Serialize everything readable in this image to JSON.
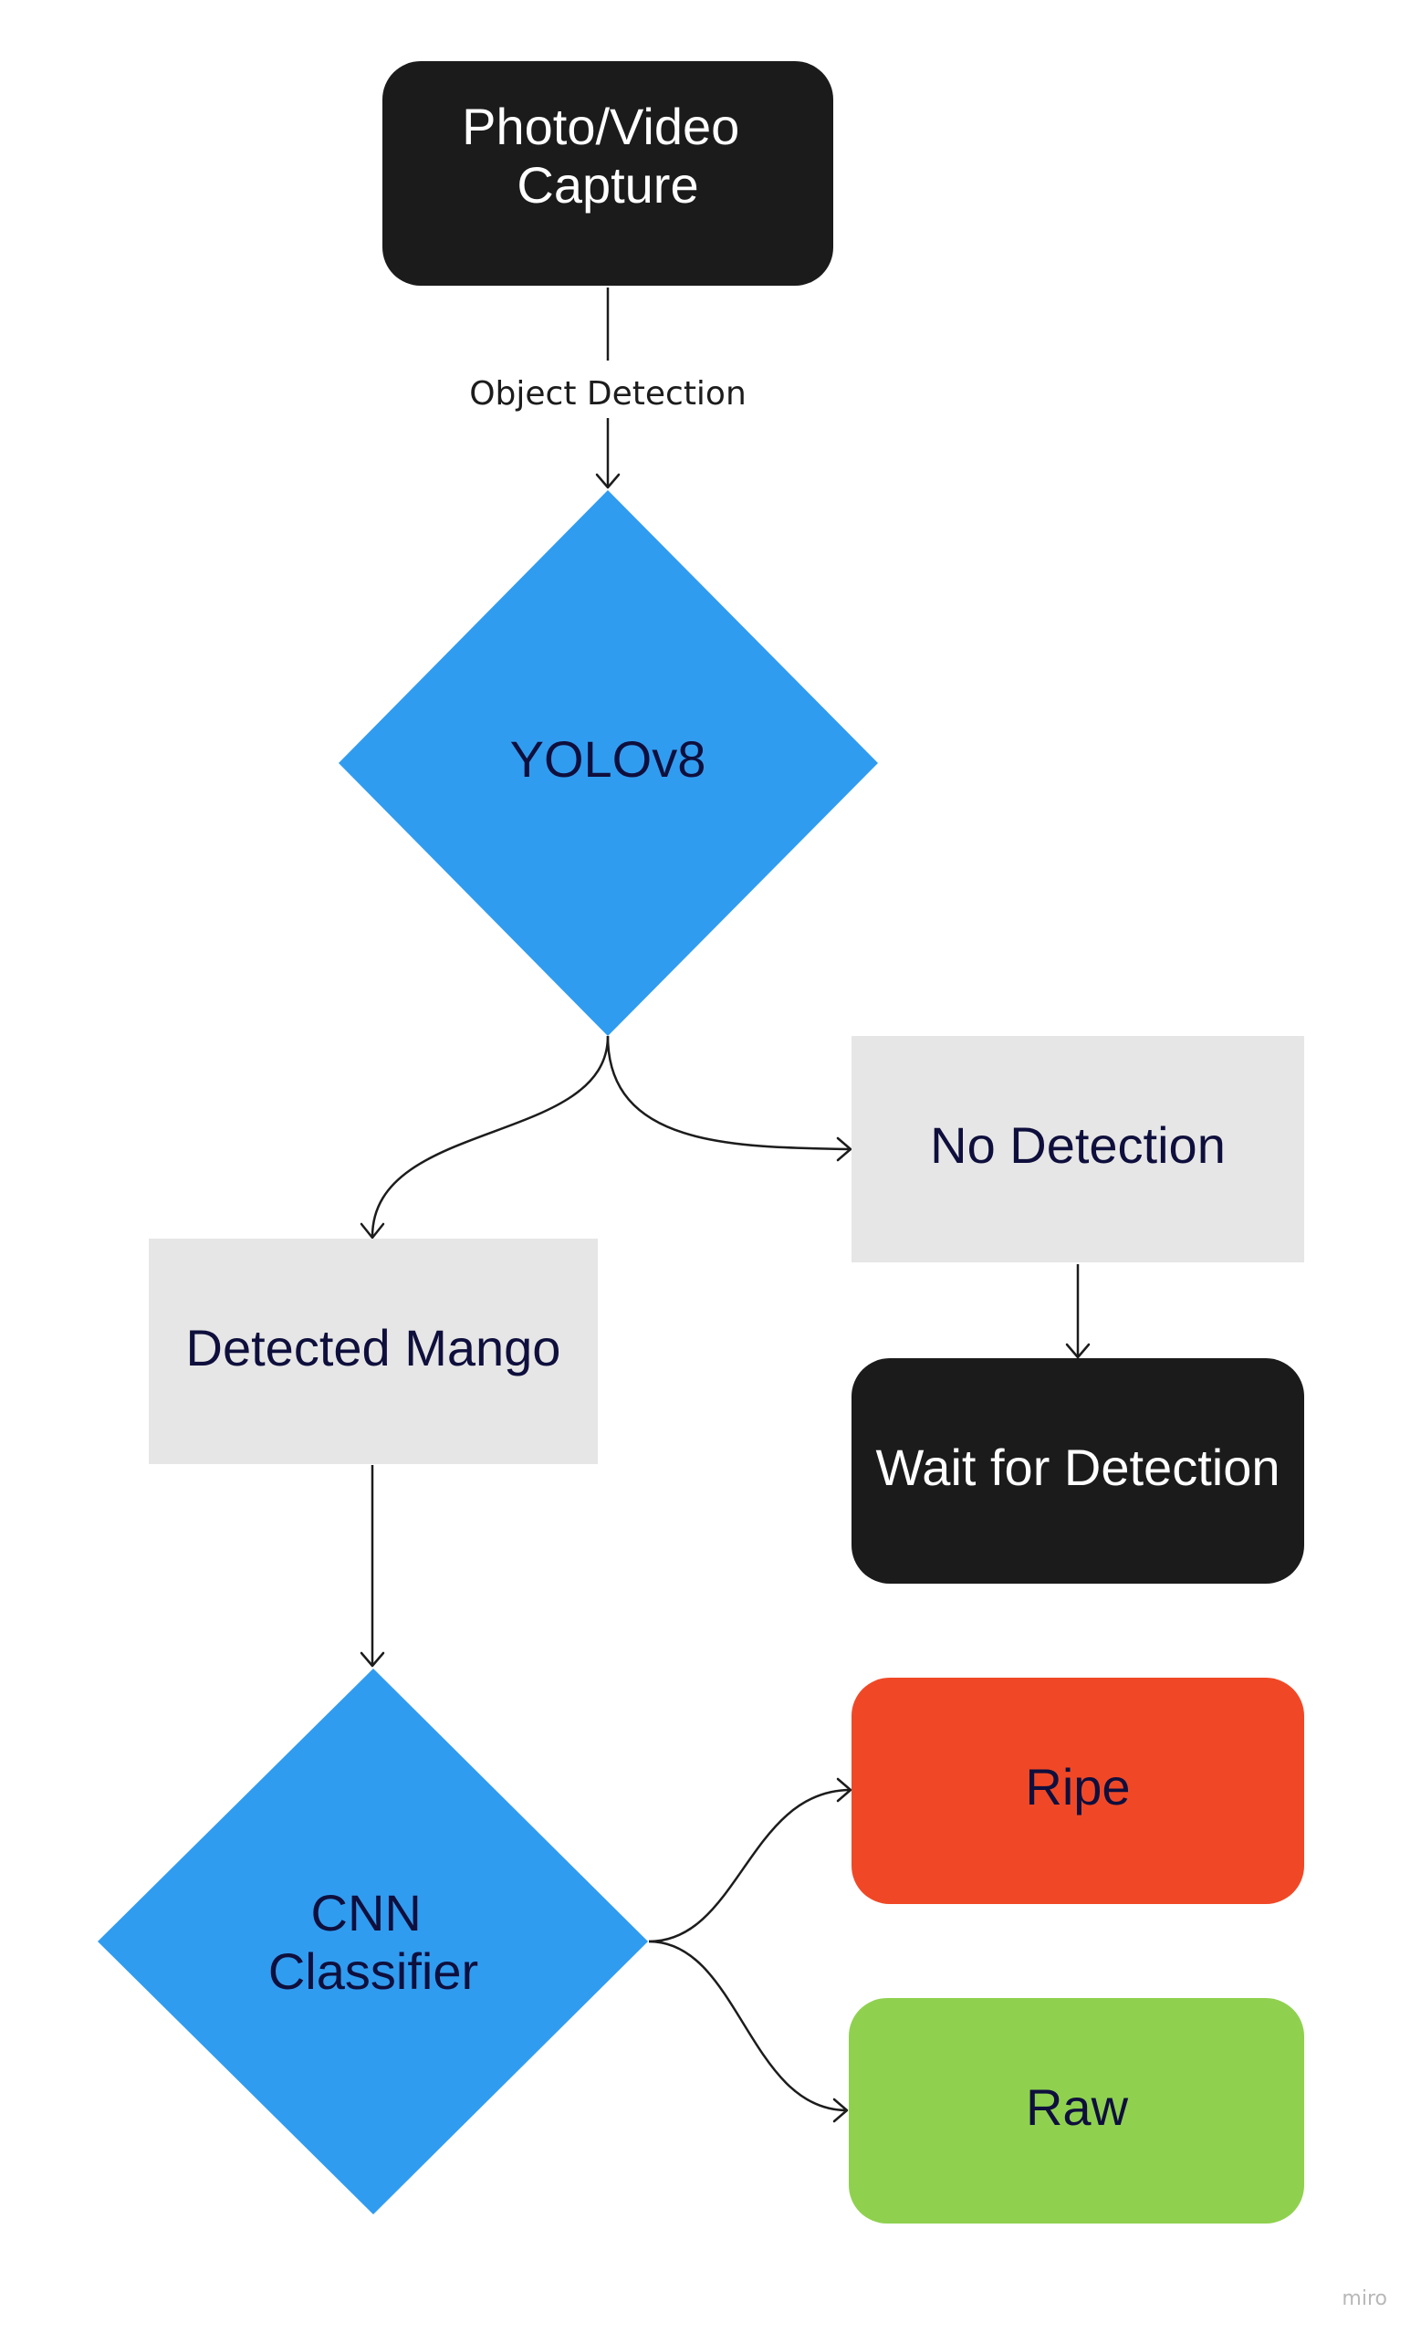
{
  "diagram": {
    "nodes": {
      "capture": {
        "line1": "Photo/Video",
        "line2": "Capture",
        "shape": "rounded-rectangle",
        "fill": "#1b1b1b",
        "text_color": "#ffffff"
      },
      "yolo": {
        "label": "YOLOv8",
        "shape": "diamond",
        "fill": "#309cf0",
        "text_color": "#0f0f3d"
      },
      "no_detection": {
        "label": "No Detection",
        "shape": "rectangle",
        "fill": "#e6e6e6",
        "text_color": "#0f0f3d"
      },
      "detected_mango": {
        "label": "Detected Mango",
        "shape": "rectangle",
        "fill": "#e6e6e6",
        "text_color": "#0f0f3d"
      },
      "wait": {
        "label": "Wait for Detection",
        "shape": "rounded-rectangle",
        "fill": "#1b1b1b",
        "text_color": "#ffffff"
      },
      "cnn": {
        "line1": "CNN",
        "line2": "Classifier",
        "shape": "diamond",
        "fill": "#309cf0",
        "text_color": "#0f0f3d"
      },
      "ripe": {
        "label": "Ripe",
        "shape": "rounded-rectangle",
        "fill": "#f04826",
        "text_color": "#0f0f3d"
      },
      "raw": {
        "label": "Raw",
        "shape": "rounded-rectangle",
        "fill": "#8fd14f",
        "text_color": "#0f0f3d"
      }
    },
    "edges": [
      {
        "from": "capture",
        "to": "yolo",
        "label": "Object Detection"
      },
      {
        "from": "yolo",
        "to": "detected_mango",
        "label": ""
      },
      {
        "from": "yolo",
        "to": "no_detection",
        "label": ""
      },
      {
        "from": "no_detection",
        "to": "wait",
        "label": ""
      },
      {
        "from": "detected_mango",
        "to": "cnn",
        "label": ""
      },
      {
        "from": "cnn",
        "to": "ripe",
        "label": ""
      },
      {
        "from": "cnn",
        "to": "raw",
        "label": ""
      }
    ],
    "edge_color": "#1c1c1c",
    "watermark": "miro"
  }
}
